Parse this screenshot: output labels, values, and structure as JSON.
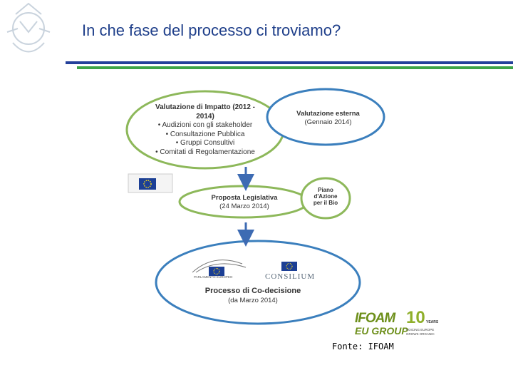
{
  "title": "In che fase del processo ci troviamo?",
  "nodes": {
    "impact": {
      "title": "Valutazione di Impatto (2012 -",
      "title2": "2014)",
      "items": [
        "• Audizioni con gli stakeholder",
        "• Consultazione Pubblica",
        "• Gruppi Consultivi",
        "• Comitati di Regolamentazione"
      ]
    },
    "external": {
      "title": "Valutazione esterna",
      "sub": "(Gennaio 2014)"
    },
    "proposal": {
      "title": "Proposta Legislativa",
      "sub": "(24 Marzo 2014)"
    },
    "action_plan": {
      "line1": "Piano",
      "line2": "d'Azione",
      "line3": "per il Bio"
    },
    "codecision": {
      "title": "Processo di Co-decisione",
      "sub": "(da Marzo 2014)",
      "parliament_caption": "PARLAMENTO EUROPEO",
      "council_name": "CONSILIUM"
    }
  },
  "logo": {
    "part1": "IFOAM",
    "part2": "EU GROUP",
    "years_num": "10",
    "years_word": "YEARS",
    "tagline1": "VOICING EUROPE",
    "tagline2": "GROWS ORGANIC"
  },
  "source": "Fonte: IFOAM",
  "colors": {
    "title": "#1f3f8a",
    "ellipse_green": "#8db85a",
    "ellipse_blue": "#3b7fbd",
    "arrow": "#3d6bb3",
    "rule_blue": "#23409a",
    "rule_green": "#3da447"
  }
}
